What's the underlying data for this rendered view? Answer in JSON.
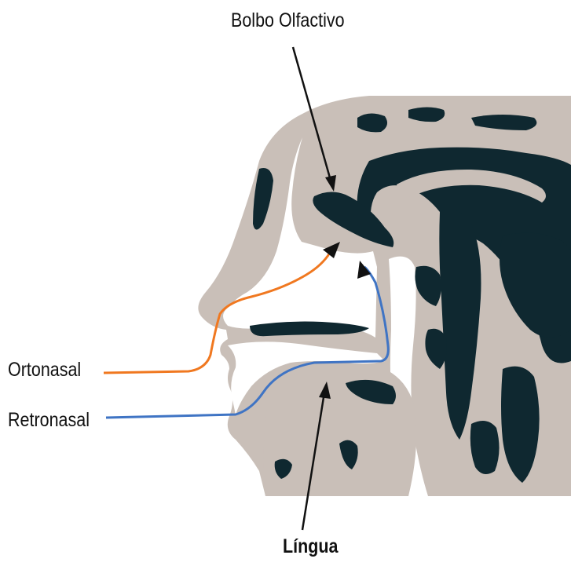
{
  "labels": {
    "olfactory_bulb": "Bolbo Olfactivo",
    "orthonasal": "Ortonasal",
    "retronasal": "Retronasal",
    "tongue": "Língua"
  },
  "colors": {
    "bone": "#c9bfb8",
    "tissue": "#0f2830",
    "orthonasal": "#f07820",
    "retronasal": "#3f74c4",
    "arrow": "#111111",
    "background": "#ffffff"
  }
}
